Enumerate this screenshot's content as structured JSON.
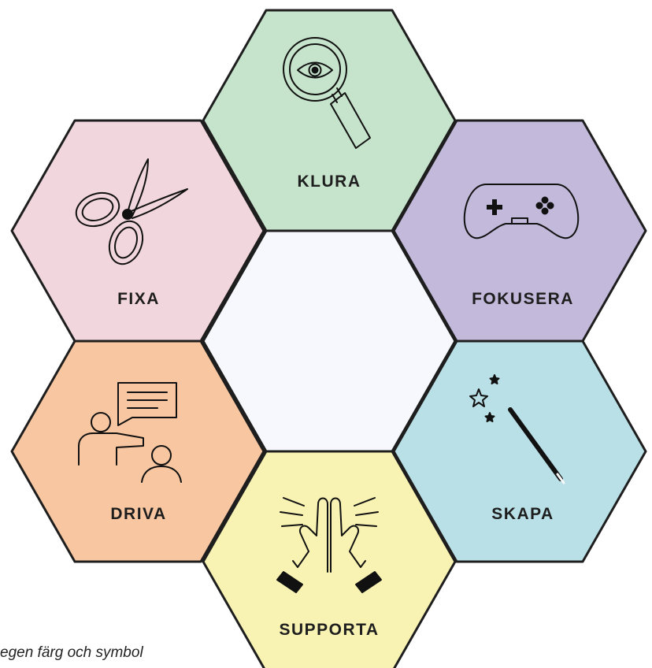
{
  "hexagons": {
    "klura": {
      "label": "KLURA",
      "color": "#c6e3cb",
      "icon": "magnifier-eye-icon"
    },
    "fixa": {
      "label": "FIXA",
      "color": "#f1d6dd",
      "icon": "scissors-icon"
    },
    "fokusera": {
      "label": "FOKUSERA",
      "color": "#c3b9da",
      "icon": "gamepad-icon"
    },
    "center": {
      "label": "",
      "color": "#f7f8fd"
    },
    "driva": {
      "label": "DRIVA",
      "color": "#f8c6a0",
      "icon": "presenter-icon"
    },
    "skapa": {
      "label": "SKAPA",
      "color": "#b9e0e6",
      "icon": "magic-wand-icon"
    },
    "supporta": {
      "label": "SUPPORTA",
      "color": "#f8f3b3",
      "icon": "praying-hands-icon"
    }
  },
  "caption": "egen färg och symbol",
  "border_color": "#1e1e1e"
}
